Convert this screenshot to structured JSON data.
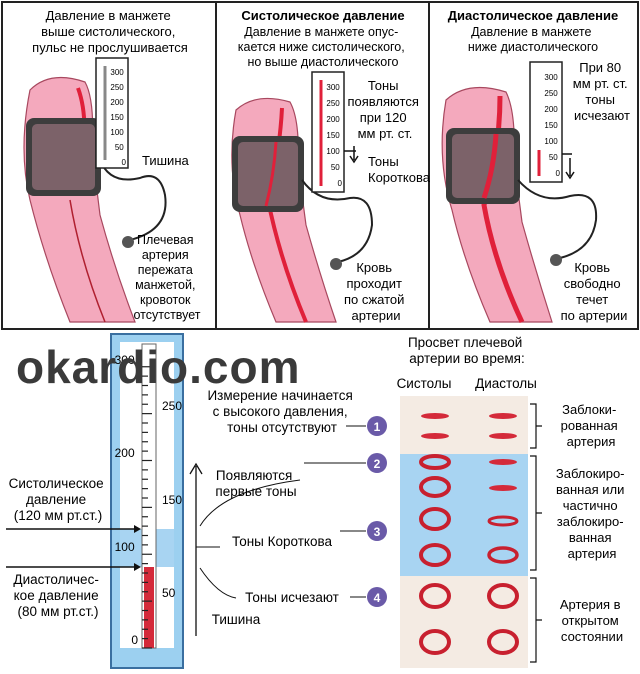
{
  "panels": [
    {
      "title": "",
      "lines": [
        "Давление в манжете",
        "выше систолического,",
        "пульс не прослушивается"
      ],
      "label1": [
        "Тишина"
      ],
      "label2": [
        "Плечевая",
        "артерия",
        "пережата",
        "манжетой,",
        "кровоток",
        "отсутствует"
      ]
    },
    {
      "title": "Систолическое давление",
      "lines": [
        "Давление в манжете опус-",
        "кается ниже систолического,",
        "но выше диастолического"
      ],
      "label1": [
        "Тоны",
        "появляются",
        "при 120",
        "мм рт. ст."
      ],
      "label2": [
        "Тоны",
        "Короткова"
      ],
      "label3": [
        "Кровь",
        "проходит",
        "по сжатой",
        "артерии"
      ]
    },
    {
      "title": "Диастолическое давление",
      "lines": [
        "Давление в манжете",
        "ниже диастолического"
      ],
      "label1": [
        "При 80",
        "мм рт. ст.",
        "тоны",
        "исчезают"
      ],
      "label2": [
        "Кровь",
        "свободно",
        "течет",
        "по артерии"
      ]
    }
  ],
  "gauge_ticks": [
    "300",
    "250",
    "200",
    "150",
    "100",
    "50",
    "0"
  ],
  "watermark": "okardio.com",
  "manometer": {
    "big_ticks": [
      "300",
      "250",
      "200",
      "150",
      "100",
      "50",
      "0"
    ],
    "mercury_level_mmHg": 80,
    "band_mmHg": [
      80,
      120
    ]
  },
  "left_labels": {
    "systolic": [
      "Систолическое",
      "давление",
      "(120 мм рт.ст.)"
    ],
    "diastolic": [
      "Диастоличес-",
      "кое давление",
      "(80 мм рт.ст.)"
    ]
  },
  "steps": [
    {
      "num": "1",
      "text": [
        "Измерение начинается",
        "с высокого давления,",
        "тоны отсутствуют"
      ]
    },
    {
      "num": "2",
      "text": [
        "Появляются",
        "первые тоны"
      ]
    },
    {
      "num": "3",
      "text": [
        "Тоны Короткова"
      ]
    },
    {
      "num": "4",
      "text": [
        "Тоны исчезают"
      ]
    }
  ],
  "silence_label": "Тишина",
  "lumen": {
    "title": [
      "Просвет плечевой",
      "артерии во время:"
    ],
    "col_systole": "Систолы",
    "col_diastole": "Диастолы",
    "groups": [
      [
        "Заблоки-",
        "рованная",
        "артерия"
      ],
      [
        "Заблокиро-",
        "ванная или",
        "частично",
        "заблокиро-",
        "ванная",
        "артерия"
      ],
      [
        "Артерия в",
        "открытом",
        "состоянии"
      ]
    ]
  },
  "colors": {
    "skin": "#f4a9bd",
    "artery": "#e0203a",
    "cuff": "#3d3d3d",
    "band": "#a8d4f2",
    "tube": "#9cd0f0",
    "badge": "#6a5aa8"
  }
}
